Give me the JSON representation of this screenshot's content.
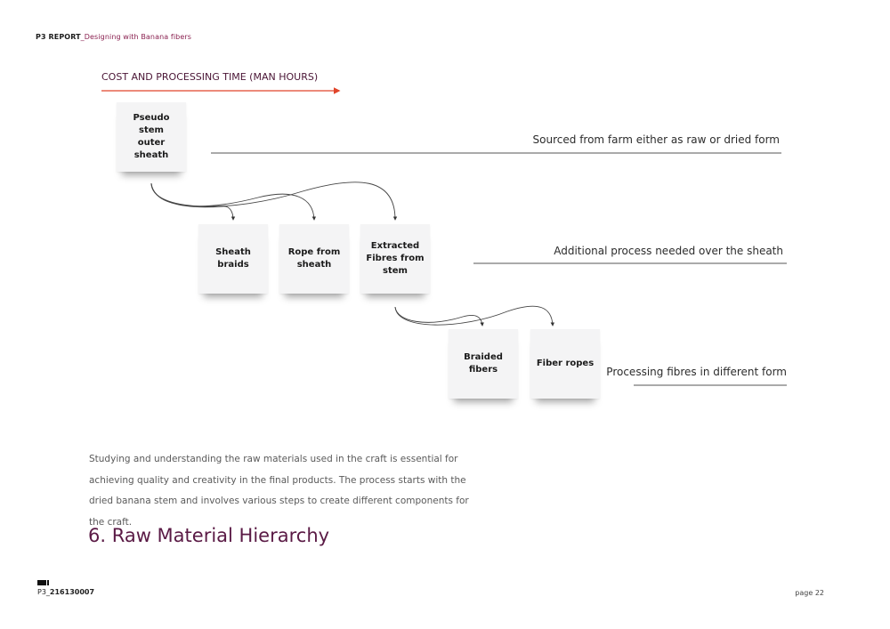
{
  "header": {
    "lead": "P3 REPORT",
    "sub": "_Designing with Banana fibers"
  },
  "axis": {
    "label": "COST AND PROCESSING TIME (MAN HOURS)",
    "arrow_color": "#e0442a"
  },
  "cards": {
    "pseudo_stem": "Pseudo stem\nouter sheath",
    "sheath_braids": "Sheath\nbraids",
    "rope_from_sheath": "Rope from\nsheath",
    "extracted_fibres": "Extracted\nFibres from\nstem",
    "braided_fibers": "Braided\nfibers",
    "fiber_ropes": "Fiber ropes"
  },
  "notes": {
    "sourced": "Sourced from farm either as raw or dried form",
    "additional": "Additional process needed over the sheath",
    "processing": "Processing fibres in different form"
  },
  "body_text": "Studying and understanding the raw materials used in the craft is essential for achieving quality and creativity in the final products. The process starts with the dried banana stem and involves various steps to create different components for the craft.",
  "section_title": "6. Raw Material Hierarchy",
  "footer": {
    "id_prefix": "P3_",
    "id_number": "216130007",
    "page": "page 22"
  },
  "colors": {
    "accent": "#5a1a45",
    "arrow": "#e0442a",
    "card_bg": "#f4f4f5"
  }
}
